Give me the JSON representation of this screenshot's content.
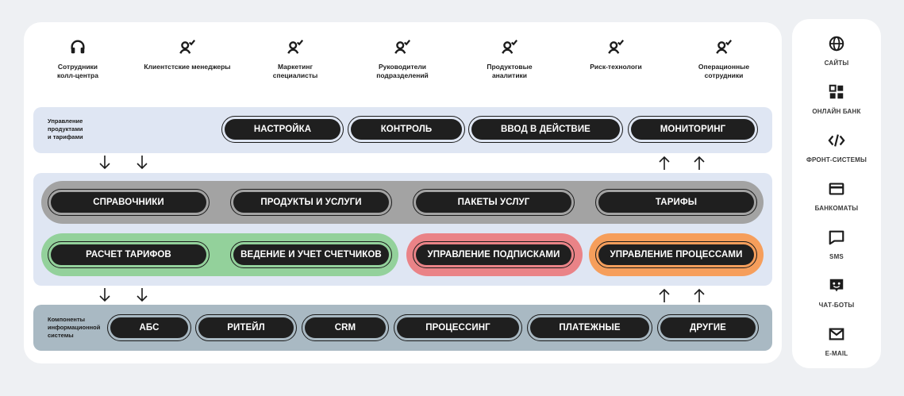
{
  "roles": [
    {
      "label": "Сотрудники\nколл-центра",
      "icon": "headset-icon"
    },
    {
      "label": "Клиентстские менеджеры",
      "icon": "user-check-icon"
    },
    {
      "label": "Маркетинг\nспециалисты",
      "icon": "user-check-icon"
    },
    {
      "label": "Руководители\nподразделений",
      "icon": "user-check-icon"
    },
    {
      "label": "Продуктовые\nаналитики",
      "icon": "user-check-icon"
    },
    {
      "label": "Риск-технологи",
      "icon": "user-check-icon"
    },
    {
      "label": "Операционные\nсотрудники",
      "icon": "user-check-icon"
    }
  ],
  "product_management": {
    "label": "Управление\nпродуктами\nи тарифами",
    "items": [
      "НАСТРОЙКА",
      "КОНТРОЛЬ",
      "ВВОД В ДЕЙСТВИЕ",
      "МОНИТОРИНГ"
    ]
  },
  "core": {
    "reference_row": [
      "СПРАВОЧНИКИ",
      "ПРОДУКТЫ И УСЛУГИ",
      "ПАКЕТЫ УСЛУГ",
      "ТАРИФЫ"
    ],
    "tariff_group": [
      "РАСЧЕТ ТАРИФОВ",
      "ВЕДЕНИЕ И УЧЕТ СЧЕТЧИКОВ"
    ],
    "subscriptions": "УПРАВЛЕНИЕ ПОДПИСКАМИ",
    "processes": "УПРАВЛЕНИЕ ПРОЦЕССАМИ"
  },
  "components": {
    "label": "Компоненты\nинформационной\nсистемы",
    "items": [
      "АБС",
      "РИТЕЙЛ",
      "CRM",
      "ПРОЦЕССИНГ",
      "ПЛАТЕЖНЫЕ",
      "ДРУГИЕ"
    ]
  },
  "channels": [
    {
      "label": "САЙТЫ",
      "icon": "globe-icon"
    },
    {
      "label": "ОНЛАЙН БАНК",
      "icon": "grid-icon"
    },
    {
      "label": "ФРОНТ-СИСТЕМЫ",
      "icon": "code-icon"
    },
    {
      "label": "БАНКОМАТЫ",
      "icon": "card-icon"
    },
    {
      "label": "SMS",
      "icon": "chat-icon"
    },
    {
      "label": "ЧАТ-БОТЫ",
      "icon": "chatbot-icon"
    },
    {
      "label": "E-MAIL",
      "icon": "mail-icon"
    }
  ],
  "colors": {
    "band_blue": "#dfe6f3",
    "band_slate": "#a9b9c3",
    "group_gray": "#a3a3a3",
    "group_green": "#93d19b",
    "group_red": "#ea8387",
    "group_orange": "#f69e5b",
    "pill_dark": "#1f1f1f"
  }
}
